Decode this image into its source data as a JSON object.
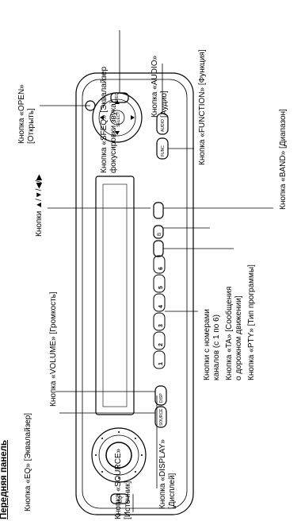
{
  "section_title": "Передняя панель",
  "labels": {
    "sfeq": [
      "Кнопка «SFEQ» [Эквалайзер",
      "фокусировки звука]"
    ],
    "audio": [
      "Кнопка «AUDIO»",
      "[Аудио]"
    ],
    "open": [
      "Кнопка «OPEN»",
      "[Открыть]"
    ],
    "function": [
      "Кнопка «FUNCTION» [Функция]"
    ],
    "band": [
      "Кнопка «BAND» [Диапазон]"
    ],
    "arrows": [
      "Кнопки ▲/▼/◀/▶"
    ],
    "channels": [
      "Кнопки с номерами",
      "каналов (с 1 по 6)"
    ],
    "ta": [
      "Кнопка «TA» [Сообщения",
      "о дорожном движении]"
    ],
    "pty": [
      "Кнопка «PTY» [Тип программы]"
    ],
    "eq": [
      "Кнопка «EQ» [Эквалайзер]"
    ],
    "volume": [
      "Кнопка «VOLUME» [Громкость]"
    ],
    "source": [
      "Кнопка «SOURCE»",
      "[Источник]"
    ],
    "display": [
      "Кнопка «DISPLAY»",
      "[Дисплей]"
    ]
  },
  "device_text": {
    "sfeq_btn": "SFEQ",
    "audio_btn": "AUDIO",
    "func_btn": "FUNC",
    "band_btn": "B",
    "select": "SELECT",
    "disp_btn": "DISP",
    "source_btn": "SOURCE",
    "eq_btn": "EQ",
    "channel_numbers": [
      "1",
      "2",
      "3",
      "4",
      "5",
      "6"
    ]
  }
}
